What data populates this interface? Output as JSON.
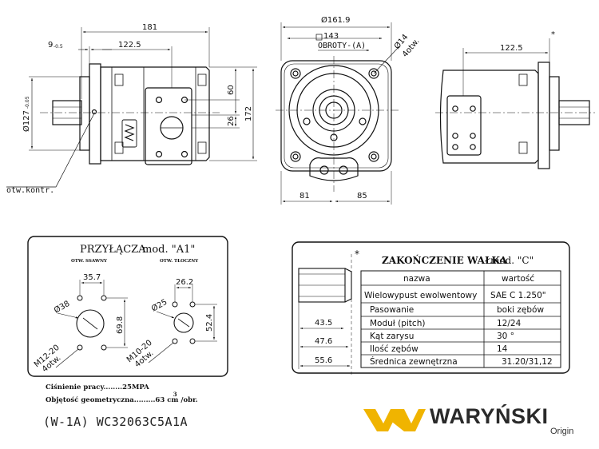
{
  "drawing": {
    "side_view": {
      "dim_total_length": "181",
      "dim_flange_to_ports": "122.5",
      "dim_flange_thickness": "9",
      "dim_flange_thickness_tol": "-0.5",
      "dim_pilot_diameter": "Ø127",
      "dim_pilot_tol": "-0.05",
      "dim_port_offset_top": "60",
      "dim_port_spacing": "26",
      "dim_height": "172",
      "control_hole_label": "otw.kontr."
    },
    "front_view": {
      "dim_width": "Ø161.9",
      "dim_square": "143",
      "rotation_label": "OBROTY-(A)",
      "dim_bolt_hole": "Ø14",
      "dim_bolt_hole_count": "4otw.",
      "dim_left": "81",
      "dim_right": "85"
    },
    "right_view": {
      "dim_flange_to_ports": "122.5",
      "marker": "*"
    }
  },
  "connections_panel": {
    "title": "PRZYŁĄCZA",
    "mod_label": "mod. \"A1\"",
    "suction_label": "OTW. SSAWNY",
    "pressure_label": "OTW. TŁOCZNY",
    "suction": {
      "dim_bolt_spacing": "35.7",
      "dim_bolt_pitch": "69.8",
      "dim_bore": "Ø38",
      "thread": "M12-20",
      "thread_holes": "4otw."
    },
    "pressure": {
      "dim_bolt_spacing": "26.2",
      "dim_bolt_pitch": "52.4",
      "dim_bore": "Ø25",
      "thread": "M10-20",
      "thread_holes": "4otw."
    }
  },
  "shaft_panel": {
    "title": "ZAKOŃCZENIE WAŁKA",
    "mod_label": "mod. \"C\"",
    "marker": "*",
    "dim_a": "43.5",
    "dim_b": "47.6",
    "dim_c": "55.6",
    "table": {
      "headers": [
        "nazwa",
        "wartość"
      ],
      "rows": [
        [
          "Wielowypust ewolwentowy",
          "SAE C  1.250\""
        ],
        [
          "Pasowanie",
          "boki zębów"
        ],
        [
          "Moduł (pitch)",
          "12/24"
        ],
        [
          "Kąt zarysu",
          "30 °"
        ],
        [
          "Ilość zębów",
          "14"
        ],
        [
          "Średnica zewnętrzna",
          "31.20/31,12"
        ]
      ]
    }
  },
  "specs": {
    "pressure": "Ciśnienie pracy........25MPA",
    "displacement": "Objętość geometryczna.........63 cm /obr.",
    "displacement_exp": "3"
  },
  "model_code": "(W-1A)  WC32063C5A1A",
  "brand": {
    "name": "WARYŃSKI",
    "tagline": "Origin",
    "logo_color": "#f0b400"
  }
}
